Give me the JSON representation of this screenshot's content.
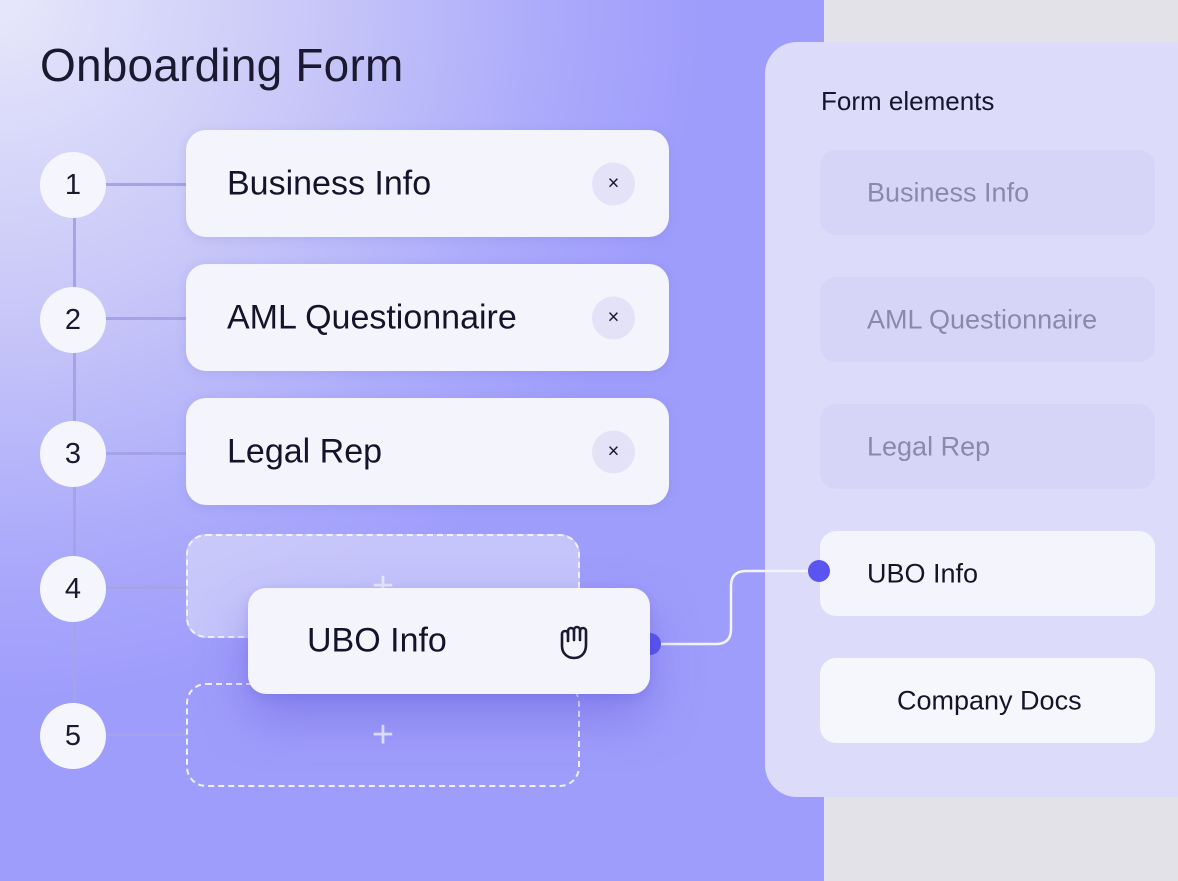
{
  "form": {
    "title": "Onboarding Form",
    "steps": [
      {
        "number": "1",
        "label": "Business Info",
        "remove_icon": "×"
      },
      {
        "number": "2",
        "label": "AML Questionnaire",
        "remove_icon": "×"
      },
      {
        "number": "3",
        "label": "Legal Rep",
        "remove_icon": "×"
      },
      {
        "number": "4",
        "placeholder_icon": "+"
      },
      {
        "number": "5",
        "placeholder_icon": "+"
      }
    ]
  },
  "dragging": {
    "label": "UBO Info",
    "icon": "grab-hand-icon"
  },
  "elements_panel": {
    "title": "Form elements",
    "items": [
      {
        "label": "Business Info",
        "state": "used"
      },
      {
        "label": "AML Questionnaire",
        "state": "used"
      },
      {
        "label": "Legal Rep",
        "state": "used"
      },
      {
        "label": "UBO Info",
        "state": "dragging"
      },
      {
        "label": "Company Docs",
        "state": "available"
      }
    ]
  },
  "colors": {
    "accent": "#5a55f0",
    "canvas_start": "#e7e7fb",
    "canvas_end": "#9f9dfb",
    "panel": "#dcdbfa"
  }
}
